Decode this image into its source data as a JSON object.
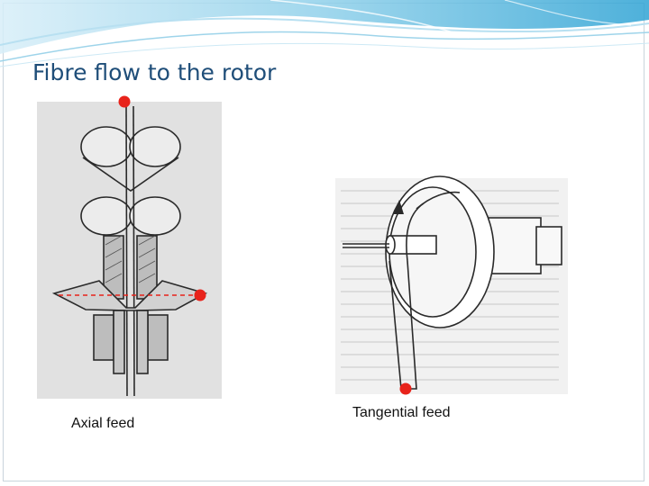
{
  "slide": {
    "title": "Fibre flow to the rotor",
    "accent_color": "#1f4e79",
    "marker_color": "#e8231b"
  },
  "figures": [
    {
      "caption": "Axial feed"
    },
    {
      "caption": "Tangential feed"
    }
  ]
}
